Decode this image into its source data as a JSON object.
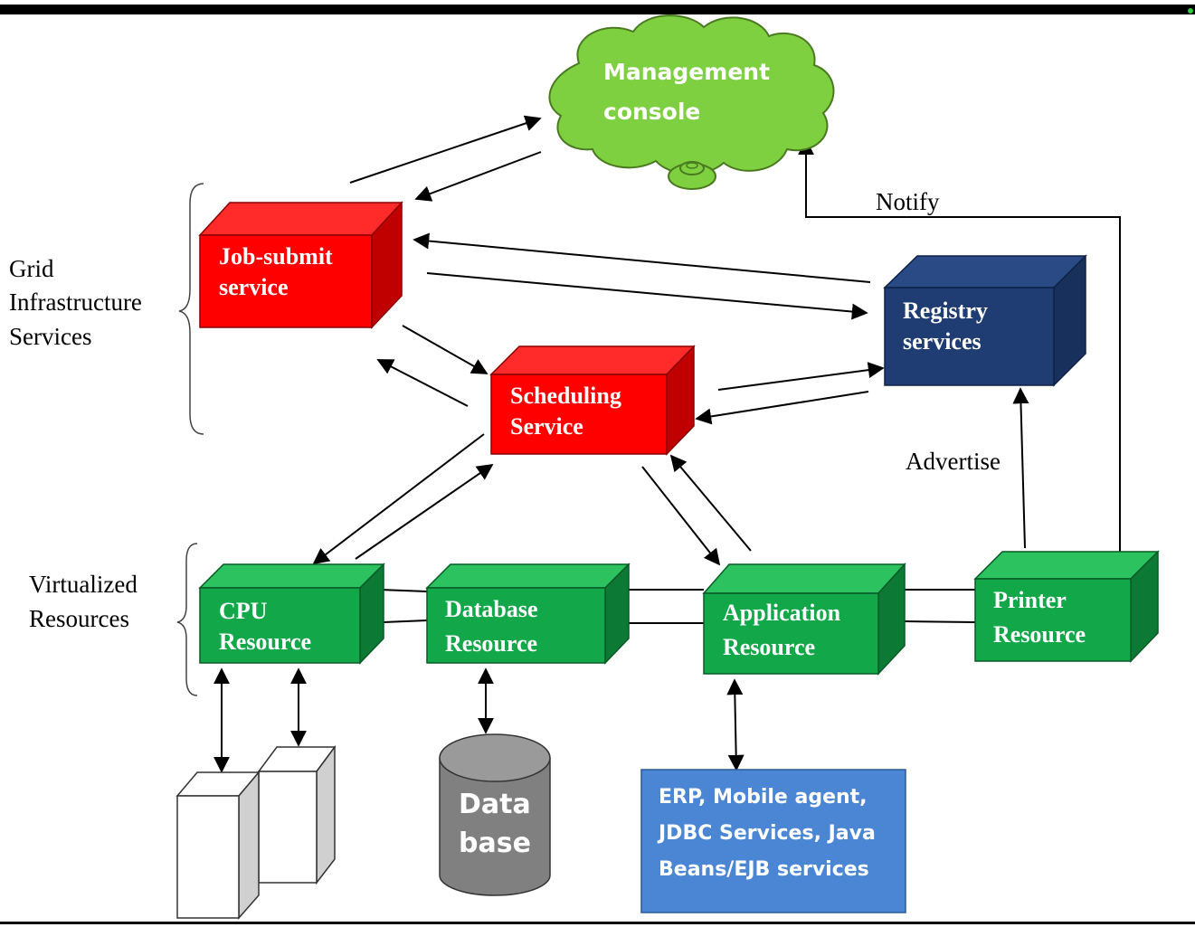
{
  "colors": {
    "red_front": "#ff0000",
    "red_top": "#ff2a2a",
    "red_side": "#c00000",
    "navy_front": "#1f3d73",
    "navy_top": "#2a4a85",
    "navy_side": "#17305c",
    "green_front": "#12a84a",
    "green_top": "#2bc25f",
    "green_side": "#0c7a35",
    "cloud": "#7ed040",
    "cloud_stroke": "#4a7a20",
    "db_body": "#808080",
    "app_box": "#4a86d3",
    "line": "#000000"
  },
  "labels": {
    "grid_brace": [
      "Grid",
      "Infrastructure",
      "Services"
    ],
    "virtual_brace": [
      "Virtualized",
      "Resources"
    ],
    "notify": "Notify",
    "advertise": "Advertise"
  },
  "nodes": {
    "management_console": {
      "lines": [
        "Management",
        "console"
      ],
      "icon": "cloud"
    },
    "job_submit": {
      "lines": [
        "Job-submit",
        "service"
      ]
    },
    "scheduling": {
      "lines": [
        "Scheduling",
        "Service"
      ]
    },
    "registry": {
      "lines": [
        "Registry",
        "services"
      ]
    },
    "cpu_resource": {
      "lines": [
        "CPU",
        "Resource"
      ]
    },
    "database_resource": {
      "lines": [
        "Database",
        "Resource"
      ]
    },
    "application_resource": {
      "lines": [
        "Application",
        "Resource"
      ]
    },
    "printer_resource": {
      "lines": [
        "Printer",
        "Resource"
      ]
    },
    "database_cylinder": {
      "lines": [
        "Data",
        "base"
      ],
      "icon": "database-cylinder"
    },
    "app_services_box": {
      "lines": [
        "ERP, Mobile agent,",
        "JDBC Services, Java",
        "Beans/EJB services"
      ]
    },
    "servers": {
      "icon": "server-tower",
      "count": 2
    }
  }
}
